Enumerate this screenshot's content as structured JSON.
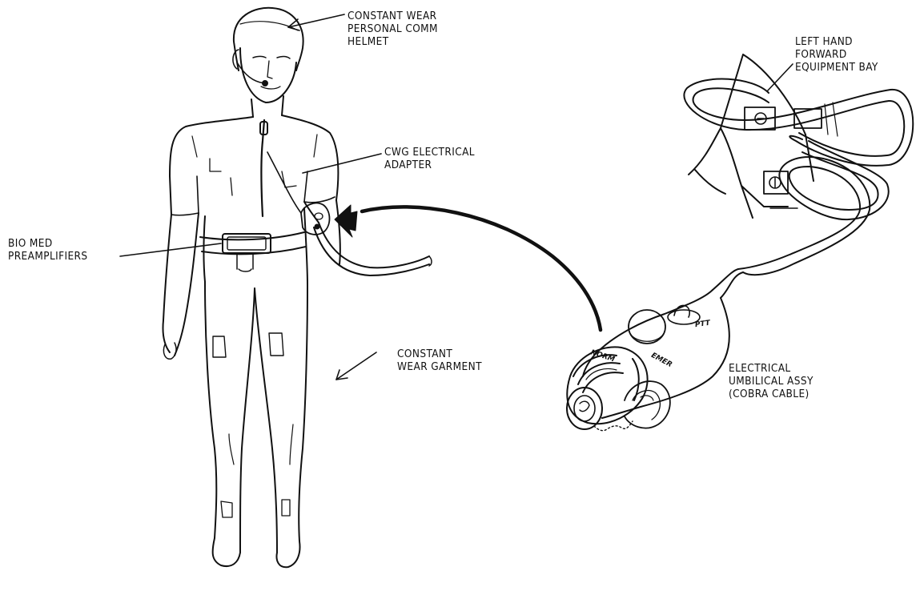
{
  "colors": {
    "ink": "#111111",
    "background": "#ffffff"
  },
  "labels": {
    "helmet": [
      "CONSTANT WEAR",
      "PERSONAL COMM",
      "HELMET"
    ],
    "adapter": [
      "CWG ELECTRICAL",
      "ADAPTER"
    ],
    "preamps": [
      "BIO MED",
      "PREAMPLIFIERS"
    ],
    "garment": [
      "CONSTANT",
      "WEAR GARMENT"
    ],
    "bay": [
      "LEFT HAND",
      "FORWARD",
      "EQUIPMENT BAY"
    ],
    "umbilical": [
      "ELECTRICAL",
      "UMBILICAL ASSY",
      "(COBRA CABLE)"
    ]
  },
  "connector_markings": {
    "norm": "NORM",
    "emer": "EMER",
    "ptt": "PTT"
  }
}
